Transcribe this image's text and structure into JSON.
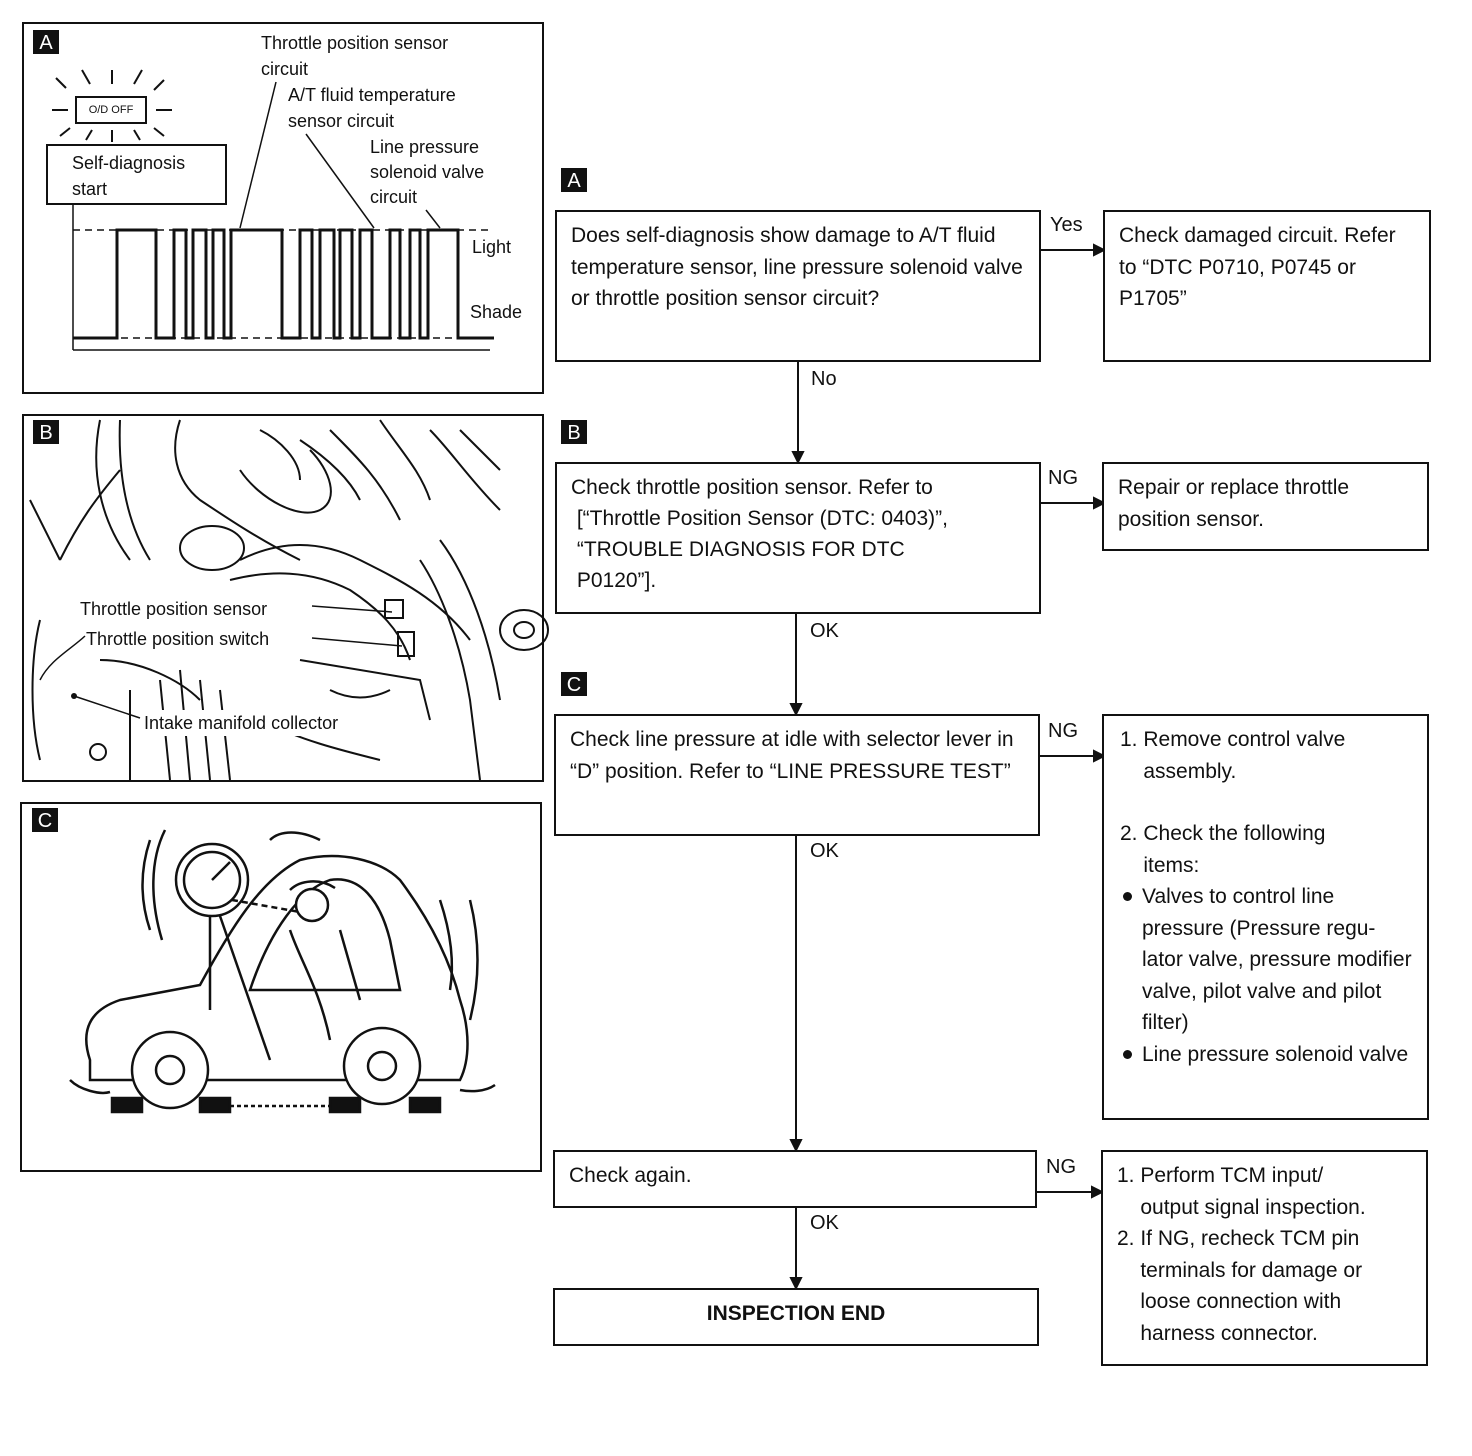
{
  "panels": {
    "a": {
      "tag": "A",
      "indicator_text": "O/D OFF",
      "start_label": "Self-diagnosis\nstart",
      "callout_tps": "Throttle position sensor\ncircuit",
      "callout_atf": "A/T fluid temperature\nsensor circuit",
      "callout_lps": "Line pressure\nsolenoid valve\ncircuit",
      "light_label": "Light",
      "shade_label": "Shade"
    },
    "b": {
      "tag": "B",
      "label_sensor": "Throttle position sensor",
      "label_switch": "Throttle position switch",
      "label_collector": "Intake manifold collector"
    },
    "c": {
      "tag": "C"
    }
  },
  "flow": {
    "tag_a": "A",
    "tag_b": "B",
    "tag_c": "C",
    "q1": "Does self-diagnosis show damage to A/T fluid temperature sensor, line pressure solenoid valve or throttle position sensor circuit?",
    "q1_yes_label": "Yes",
    "q1_yes_action": "Check damaged circuit. Refer to “DTC P0710, P0745 or P1705”",
    "q1_no_label": "No",
    "q2": "Check throttle position sensor. Refer to\n [“Throttle Position Sensor (DTC: 0403)”,\n “TROUBLE DIAGNOSIS FOR DTC\n P0120”].",
    "q2_ng_label": "NG",
    "q2_ng_action": "Repair or replace throttle position sensor.",
    "q2_ok_label": "OK",
    "q3": "Check line pressure at idle with selector lever in “D” position. Refer to “LINE PRESSURE TEST”",
    "q3_ng_label": "NG",
    "q3_ng_action": {
      "step1": "1. Remove control valve\n    assembly.",
      "step2": "2. Check the following\n    items:",
      "bullet1": "Valves to control line pressure (Pressure regu-lator valve, pressure modifier valve, pilot valve and pilot filter)",
      "bullet2": "Line pressure solenoid valve"
    },
    "q3_ok_label": "OK",
    "q4": "Check again.",
    "q4_ng_label": "NG",
    "q4_ng_action": {
      "step1": "1. Perform TCM input/\n    output signal inspection.",
      "step2": "2. If NG, recheck TCM pin\n    terminals for damage or\n    loose connection with\n    harness connector."
    },
    "q4_ok_label": "OK",
    "end": "INSPECTION END"
  }
}
